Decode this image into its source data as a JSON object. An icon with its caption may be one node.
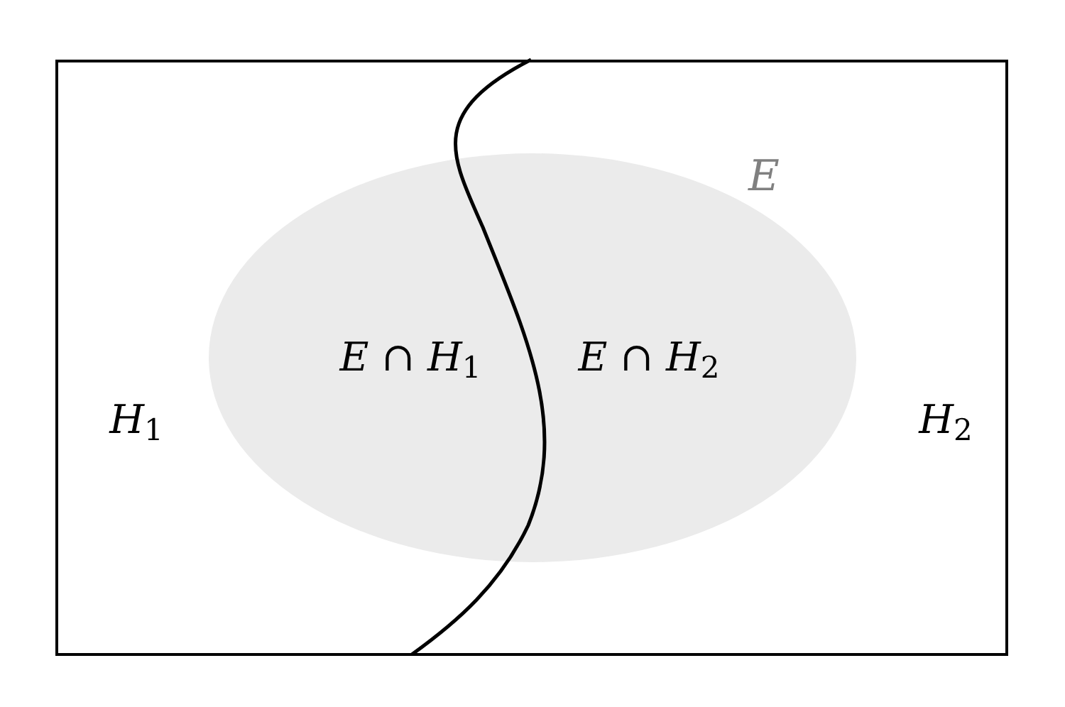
{
  "diagram": {
    "nodes": [
      {
        "text": [],
        "shape": "box"
      },
      {
        "text": [
          "*E*"
        ],
        "in": 0
      }
    ],
    "labels": [
      "*E* ∩ *H*$_{1}$",
      "*E* ∩ *H*$_{2}$",
      "*H*$_{1}$",
      "*H*$_{2}$"
    ]
  }
}
